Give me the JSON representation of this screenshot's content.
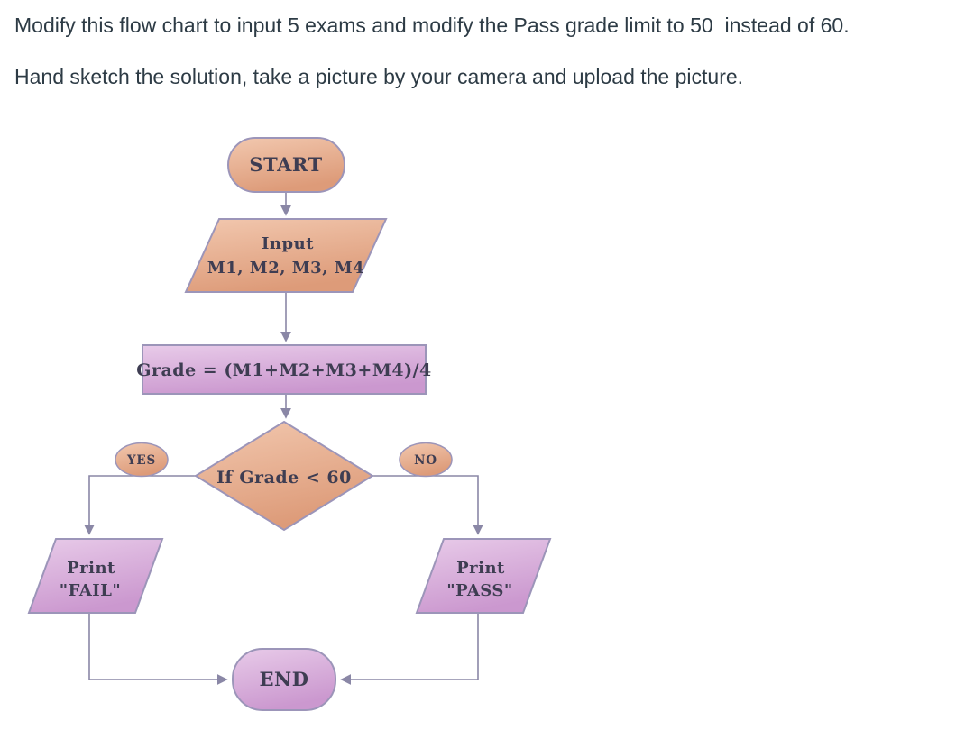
{
  "instructions": {
    "line1": "Modify this flow chart to input 5 exams and modify the Pass grade limit to 50  instead of 60.",
    "line2": "Hand sketch the solution, take a picture by your camera and upload the picture."
  },
  "flowchart": {
    "nodes": {
      "start": {
        "type": "terminator",
        "label": "START"
      },
      "input": {
        "type": "io",
        "line1": "Input",
        "line2": "M1, M2, M3, M4"
      },
      "process": {
        "type": "process",
        "label": "Grade = (M1+M2+M3+M4)/4"
      },
      "decision": {
        "type": "decision",
        "label": "If Grade  < 60"
      },
      "print_fail": {
        "type": "io",
        "line1": "Print",
        "line2": "\"FAIL\""
      },
      "print_pass": {
        "type": "io",
        "line1": "Print",
        "line2": "\"PASS\""
      },
      "end": {
        "type": "terminator",
        "label": "END"
      }
    },
    "edge_labels": {
      "yes": "YES",
      "no": "NO"
    },
    "colors": {
      "peach_light": "#f2c8af",
      "peach_dark": "#dd9b79",
      "purple_light": "#e8cbe9",
      "purple_dark": "#cb98cf",
      "border": "#9c95b9",
      "line": "#8a87a6",
      "text": "#3e3d52",
      "instruction_text": "#2d3b45"
    }
  }
}
